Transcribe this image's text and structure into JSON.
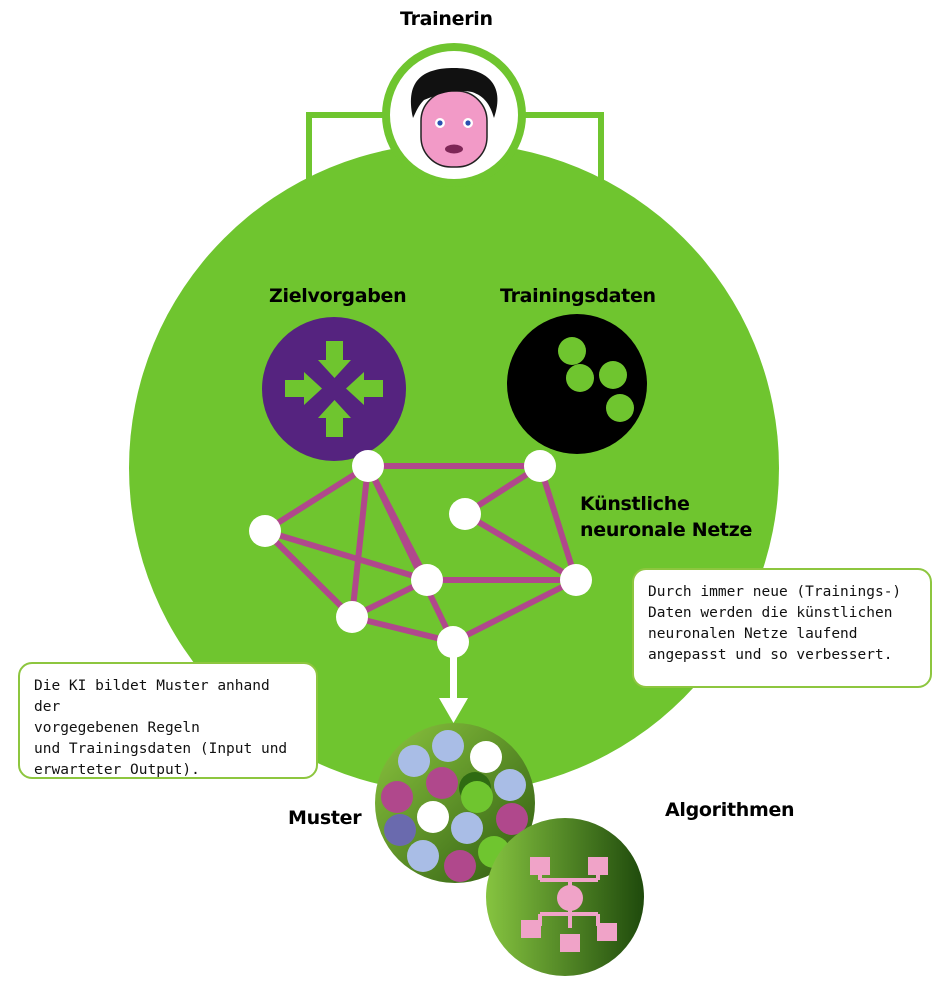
{
  "labels": {
    "trainer": "Trainerin",
    "goals": "Zielvorgaben",
    "training_data": "Trainingsdaten",
    "network_line1": "Künstliche",
    "network_line2": "neuronale Netze",
    "patterns": "Muster",
    "algorithms": "Algorithmen"
  },
  "notes": {
    "right": "Durch immer neue (Trainings-)\nDaten werden die künstlichen\nneuronalen Netze laufend\nangepasst und so verbessert.",
    "left": "Die KI bildet Muster anhand der\nvorgegebenen Regeln\nund Trainingsdaten (Input und\nerwarteter Output)."
  },
  "colors": {
    "main_green": "#6fc52f",
    "arrow_green": "#6fc52f",
    "purple": "#55237f",
    "edge_magenta": "#b0488c",
    "pink": "#f0a3c8",
    "note_border": "#8dc63f"
  },
  "icons": {
    "trainer": "person-face-icon",
    "goals": "converging-arrows-icon",
    "training_data": "data-dots-icon",
    "algorithms": "algorithm-flowchart-icon"
  }
}
